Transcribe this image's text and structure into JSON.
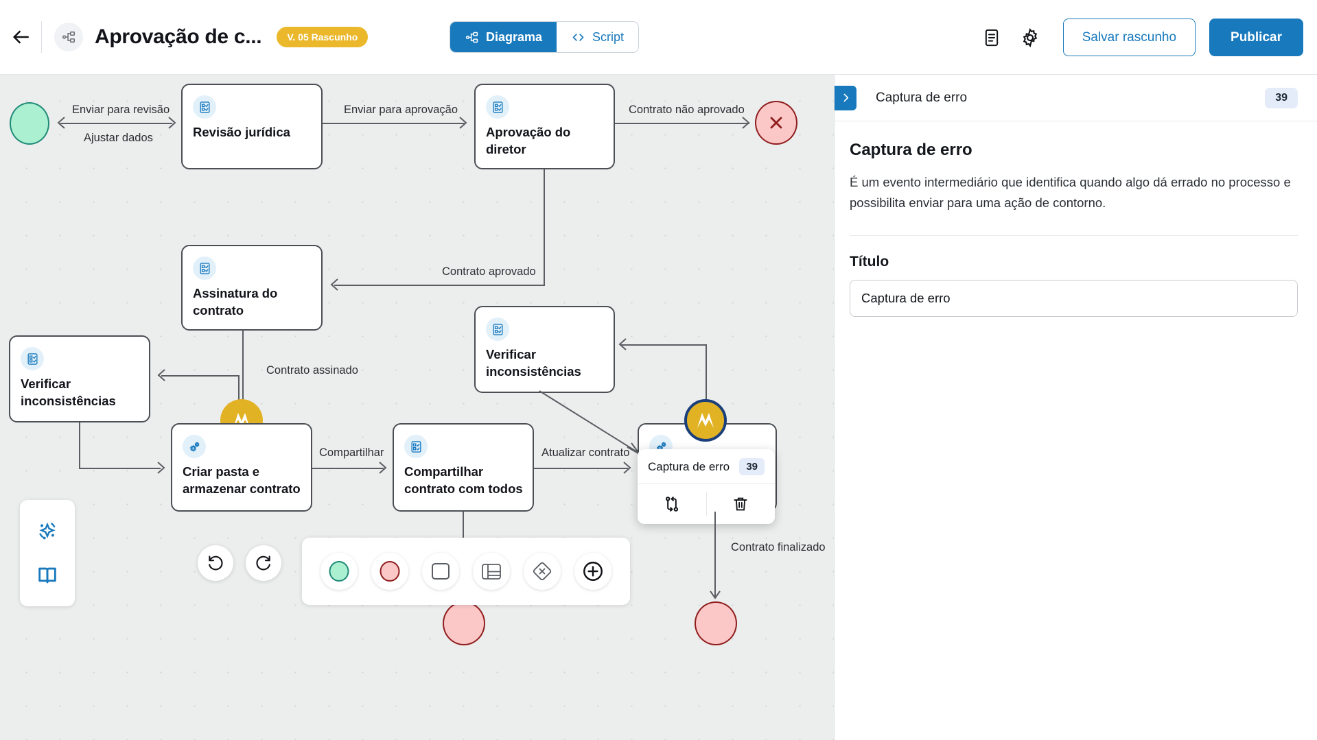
{
  "header": {
    "back_icon": "arrow-left-icon",
    "avatar_icon": "flow-node-icon",
    "title": "Aprovação de c...",
    "version_badge": "V. 05 Rascunho",
    "tabs": [
      {
        "label": "Diagrama",
        "icon": "flow-node-icon",
        "active": true
      },
      {
        "label": "Script",
        "icon": "code-brackets-icon",
        "active": false
      }
    ],
    "doc_icon": "document-icon",
    "settings_icon": "gear-icon",
    "save_label": "Salvar rascunho",
    "publish_label": "Publicar",
    "accent_color": "#1879bd",
    "badge_color": "#eab82a"
  },
  "canvas": {
    "nodes": [
      {
        "id": "start",
        "type": "start-event",
        "label": ""
      },
      {
        "id": "n1",
        "type": "task",
        "icon": "form-check-icon",
        "label": "Revisão jurídica"
      },
      {
        "id": "n2",
        "type": "task",
        "icon": "form-check-icon",
        "label": "Aprovação do diretor"
      },
      {
        "id": "n3",
        "type": "task",
        "icon": "form-check-icon",
        "label": "Assinatura do contrato"
      },
      {
        "id": "n4",
        "type": "task",
        "icon": "form-check-icon",
        "label": "Verificar inconsistências"
      },
      {
        "id": "n5",
        "type": "task",
        "icon": "form-check-icon",
        "label": "Verificar inconsistências"
      },
      {
        "id": "n6",
        "type": "task",
        "icon": "gears-icon",
        "label": "Criar pasta e armazenar contrato"
      },
      {
        "id": "n7",
        "type": "task",
        "icon": "form-check-icon",
        "label": "Compartilhar contrato com todos"
      },
      {
        "id": "n8",
        "type": "task",
        "icon": "gears-icon",
        "label": ""
      },
      {
        "id": "err",
        "type": "error-end-event",
        "label": ""
      }
    ],
    "edge_labels": [
      "Enviar para revisão",
      "Ajustar dados",
      "Enviar para aprovação",
      "Contrato não aprovado",
      "Contrato aprovado",
      "Contrato assinado",
      "Compartilhar",
      "Atualizar contrato",
      "Contrato finalizado"
    ],
    "popup": {
      "title": "Captura de erro",
      "count": "39",
      "branch_icon": "branch-connector-icon",
      "delete_icon": "trash-icon"
    },
    "left_panel": [
      {
        "icon": "sparkle-ai-icon"
      },
      {
        "icon": "book-icon"
      }
    ],
    "undo_label_icon": "undo-icon",
    "redo_label_icon": "redo-icon",
    "palette": [
      {
        "icon": "start-event-icon"
      },
      {
        "icon": "end-event-icon"
      },
      {
        "icon": "task-square-icon"
      },
      {
        "icon": "lane-icon"
      },
      {
        "icon": "gateway-icon"
      },
      {
        "icon": "plus-icon"
      }
    ]
  },
  "sidebar": {
    "toggle_icon": "chevron-right-icon",
    "head_title": "Captura de erro",
    "head_count": "39",
    "heading": "Captura de erro",
    "description": "É um evento intermediário que identifica quando algo dá errado no processo e possibilita enviar para uma ação de contorno.",
    "field_label": "Título",
    "field_value": "Captura de erro",
    "field_placeholder": "Título"
  }
}
